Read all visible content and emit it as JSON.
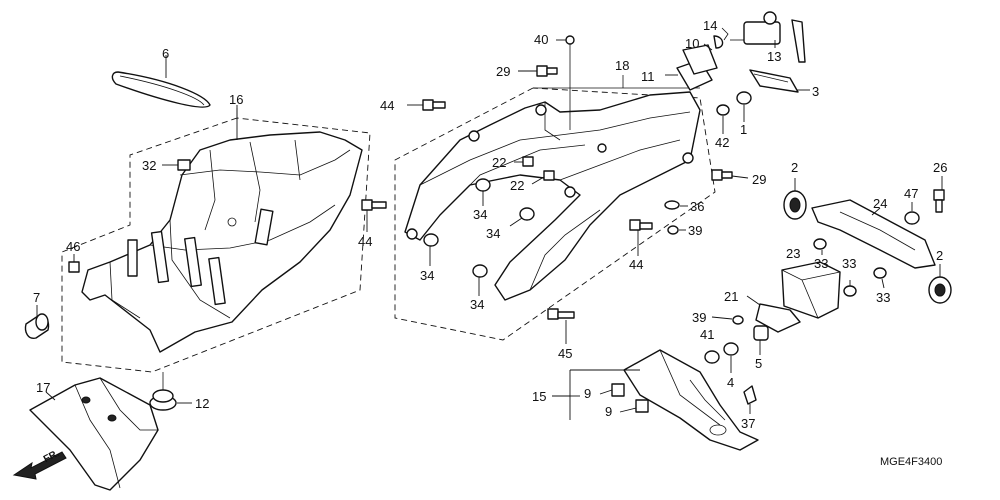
{
  "diagram_code": "MGE4F3400",
  "front_arrow_label": "FR.",
  "callouts": {
    "c1": "1",
    "c2a": "2",
    "c2b": "2",
    "c3": "3",
    "c4": "4",
    "c5": "5",
    "c6": "6",
    "c7": "7",
    "c9a": "9",
    "c9b": "9",
    "c10": "10",
    "c11": "11",
    "c12": "12",
    "c13": "13",
    "c14": "14",
    "c15": "15",
    "c16": "16",
    "c17": "17",
    "c18": "18",
    "c21": "21",
    "c22a": "22",
    "c22b": "22",
    "c23": "23",
    "c24": "24",
    "c26": "26",
    "c29a": "29",
    "c29b": "29",
    "c32": "32",
    "c33a": "33",
    "c33b": "33",
    "c33c": "33",
    "c34a": "34",
    "c34b": "34",
    "c34c": "34",
    "c34d": "34",
    "c36": "36",
    "c37": "37",
    "c39a": "39",
    "c39b": "39",
    "c40": "40",
    "c41": "41",
    "c42": "42",
    "c44a": "44",
    "c44b": "44",
    "c44c": "44",
    "c45": "45",
    "c46": "46",
    "c47": "47"
  }
}
